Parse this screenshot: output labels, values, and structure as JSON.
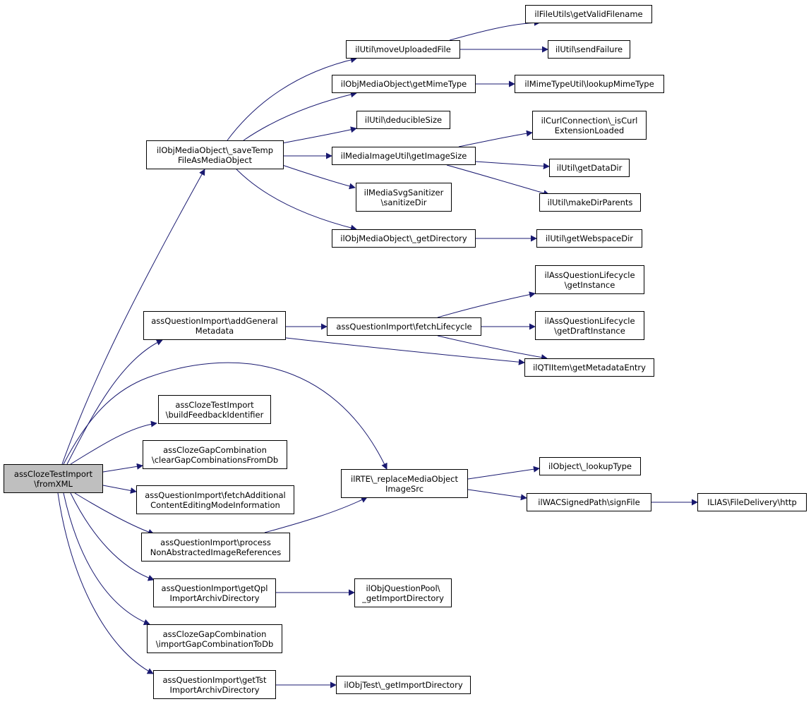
{
  "diagram": {
    "edge_color": "#191970",
    "root_fill": "#bfbfbf",
    "node_border": "#000000",
    "nodes": {
      "root": [
        "assClozeTestImport",
        "\\fromXML"
      ],
      "saveTemp": [
        "ilObjMediaObject\\_saveTemp",
        "FileAsMediaObject"
      ],
      "moveUploaded": [
        "ilUtil\\moveUploadedFile"
      ],
      "getValidFilename": [
        "ilFileUtils\\getValidFilename"
      ],
      "sendFailure": [
        "ilUtil\\sendFailure"
      ],
      "getMimeType": [
        "ilObjMediaObject\\getMimeType"
      ],
      "lookupMimeType": [
        "ilMimeTypeUtil\\lookupMimeType"
      ],
      "deducibleSize": [
        "ilUtil\\deducibleSize"
      ],
      "isCurl": [
        "ilCurlConnection\\_isCurl",
        "ExtensionLoaded"
      ],
      "getImageSize": [
        "ilMediaImageUtil\\getImageSize"
      ],
      "getDataDir": [
        "ilUtil\\getDataDir"
      ],
      "sanitizeDir": [
        "ilMediaSvgSanitizer",
        "\\sanitizeDir"
      ],
      "makeDirParents": [
        "ilUtil\\makeDirParents"
      ],
      "getDirectory": [
        "ilObjMediaObject\\_getDirectory"
      ],
      "getWebspaceDir": [
        "ilUtil\\getWebspaceDir"
      ],
      "getInstance": [
        "ilAssQuestionLifecycle",
        "\\getInstance"
      ],
      "addGeneral": [
        "assQuestionImport\\addGeneral",
        "Metadata"
      ],
      "fetchLifecycle": [
        "assQuestionImport\\fetchLifecycle"
      ],
      "getDraftInstance": [
        "ilAssQuestionLifecycle",
        "\\getDraftInstance"
      ],
      "getMetadataEntry": [
        "ilQTIItem\\getMetadataEntry"
      ],
      "buildFeedback": [
        "assClozeTestImport",
        "\\buildFeedbackIdentifier"
      ],
      "clearGap": [
        "assClozeGapCombination",
        "\\clearGapCombinationsFromDb"
      ],
      "replaceMedia": [
        "ilRTE\\_replaceMediaObject",
        "ImageSrc"
      ],
      "lookupType": [
        "ilObject\\_lookupType"
      ],
      "fetchAdditional": [
        "assQuestionImport\\fetchAdditional",
        "ContentEditingModeInformation"
      ],
      "signFile": [
        "ilWACSignedPath\\signFile"
      ],
      "fileDelivery": [
        "ILIAS\\FileDelivery\\http"
      ],
      "processNon": [
        "assQuestionImport\\process",
        "NonAbstractedImageReferences"
      ],
      "getQpl": [
        "assQuestionImport\\getQpl",
        "ImportArchivDirectory"
      ],
      "poolImportDir": [
        "ilObjQuestionPool\\",
        "_getImportDirectory"
      ],
      "importGap": [
        "assClozeGapCombination",
        "\\importGapCombinationToDb"
      ],
      "getTst": [
        "assQuestionImport\\getTst",
        "ImportArchivDirectory"
      ],
      "testImportDir": [
        "ilObjTest\\_getImportDirectory"
      ]
    }
  }
}
